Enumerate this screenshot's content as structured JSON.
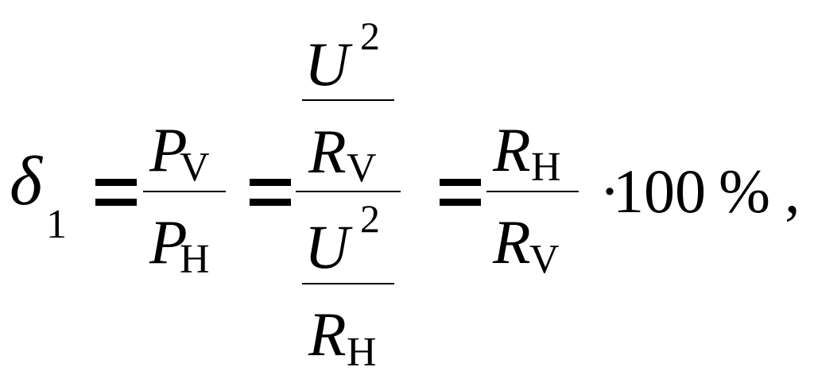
{
  "lhs": {
    "symbol": "δ",
    "subscript": "1"
  },
  "fraction1": {
    "numerator": {
      "symbol": "P",
      "subscript": "V"
    },
    "denominator": {
      "symbol": "P",
      "subscript": "H"
    }
  },
  "fraction2": {
    "numerator": {
      "numerator": {
        "symbol": "U",
        "superscript": "2"
      },
      "denominator": {
        "symbol": "R",
        "subscript": "V"
      }
    },
    "denominator": {
      "numerator": {
        "symbol": "U",
        "superscript": "2"
      },
      "denominator": {
        "symbol": "R",
        "subscript": "H"
      }
    }
  },
  "fraction3": {
    "numerator": {
      "symbol": "R",
      "subscript": "H"
    },
    "denominator": {
      "symbol": "R",
      "subscript": "V"
    }
  },
  "multiplier": {
    "dot": "·",
    "value": "100",
    "unit": "%",
    "trailing": ","
  }
}
